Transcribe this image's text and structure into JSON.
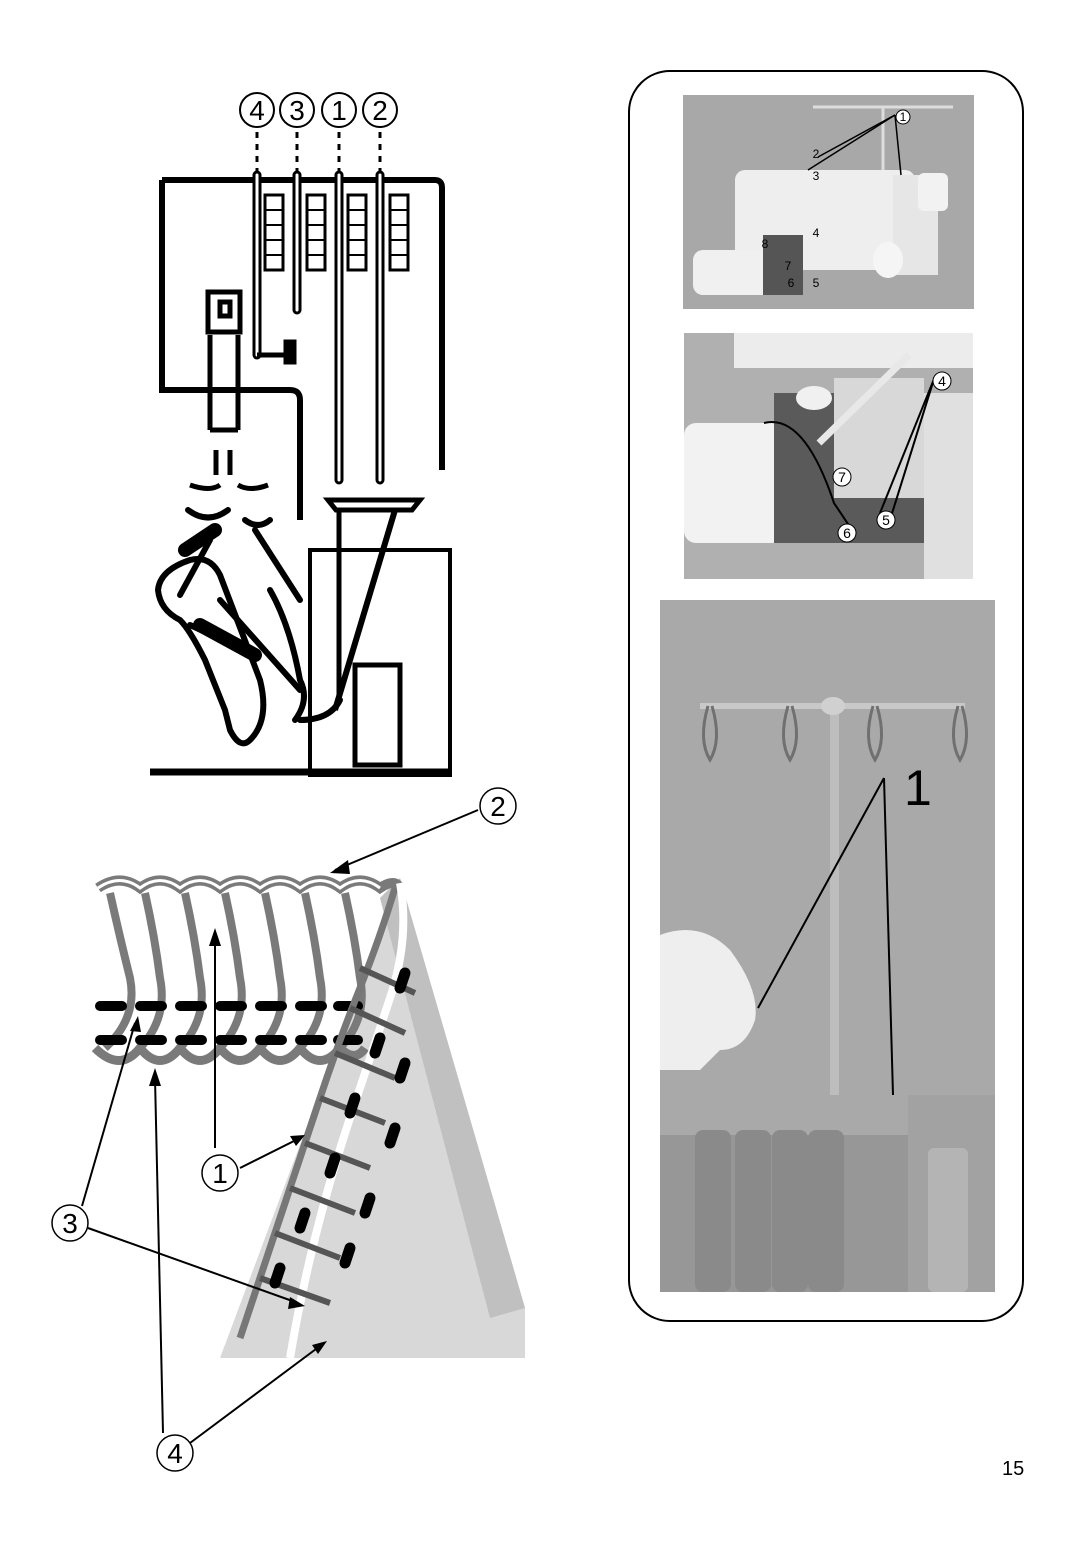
{
  "threading_diagram": {
    "top_labels": [
      "4",
      "3",
      "1",
      "2"
    ]
  },
  "stitch_diagram": {
    "labels": {
      "upper_looper": "2",
      "right_needle": "1",
      "left_needle_a": "3",
      "lower_looper": "4"
    }
  },
  "photo_panel": {
    "photo1_labels": [
      "1",
      "2",
      "3",
      "4",
      "5",
      "6",
      "7",
      "8"
    ],
    "photo2_labels": [
      "4",
      "5",
      "6",
      "7"
    ],
    "photo3_label": "1"
  },
  "page_number": "15",
  "colors": {
    "photo_bg": "#a9a9a9",
    "photo_bg_dark": "#8f8f8f",
    "fabric": "#c8c8c8",
    "thread_gray": "#8a8a8a"
  }
}
